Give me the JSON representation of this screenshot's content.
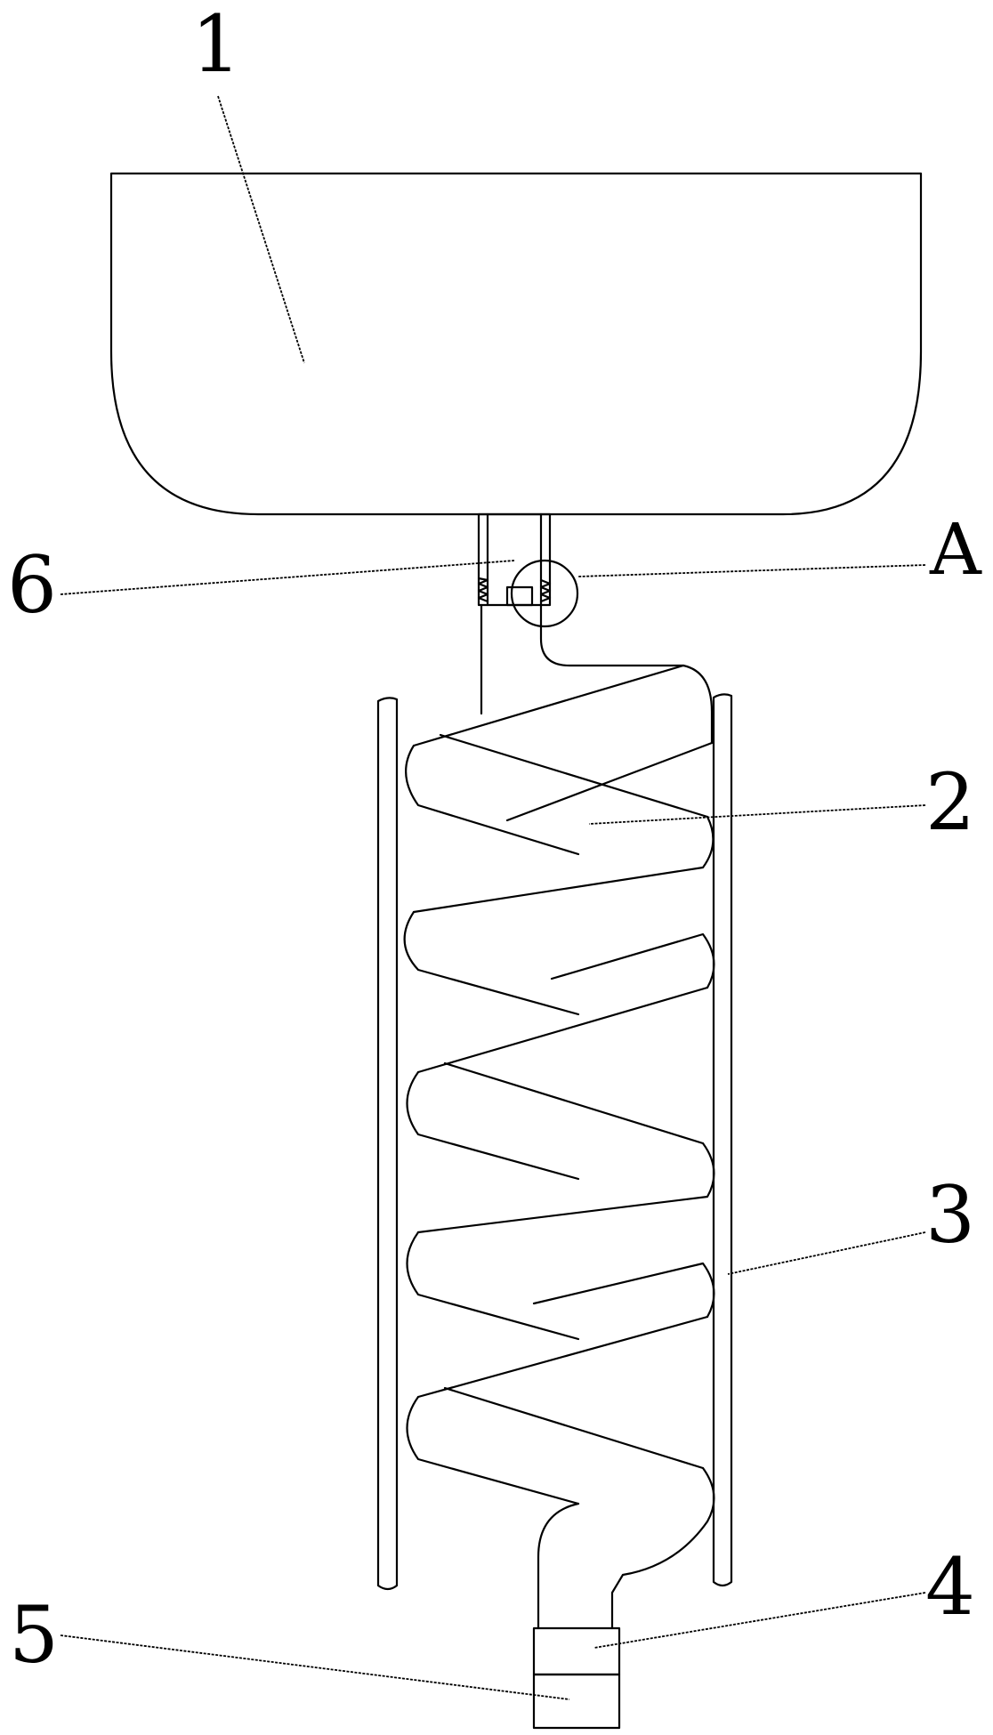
{
  "figure": {
    "callouts": {
      "one": "1",
      "two": "2",
      "three": "3",
      "four": "4",
      "five": "5",
      "six": "6",
      "detail": "A"
    },
    "line_color": "#000000",
    "background": "#ffffff"
  }
}
